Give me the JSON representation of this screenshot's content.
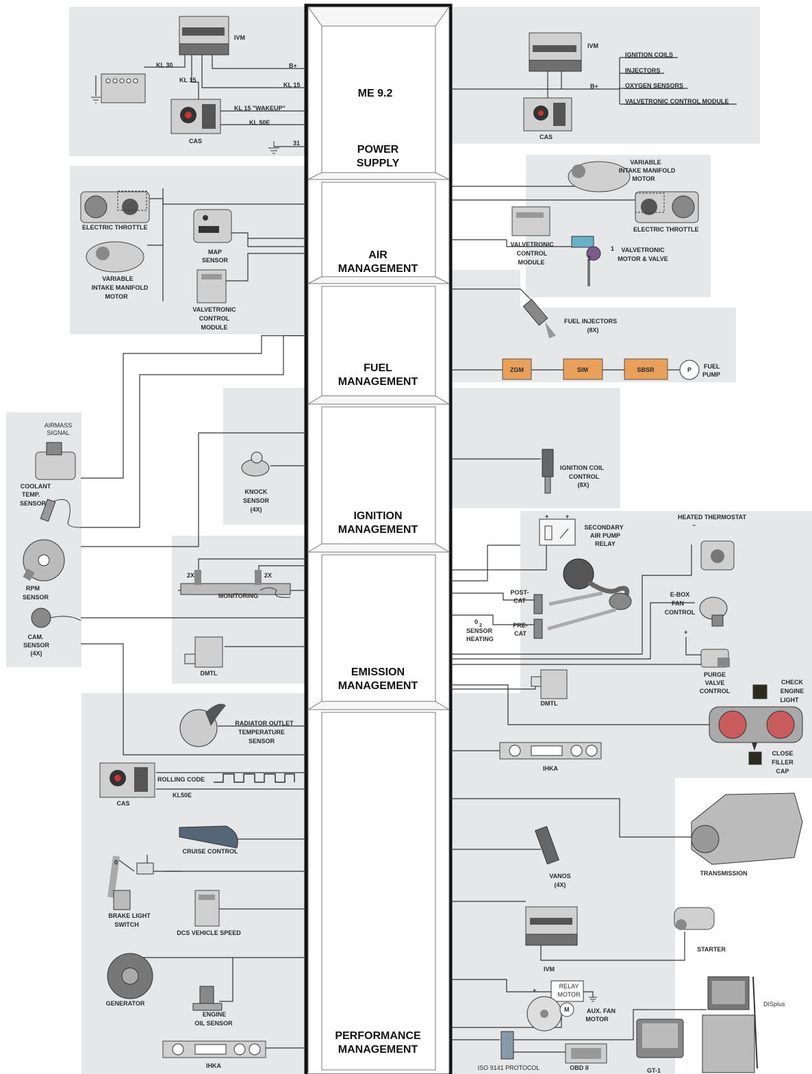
{
  "colors": {
    "panel": "#e6e7e9",
    "wire": "#333333",
    "gateway": "#e8a05a"
  },
  "center": {
    "title": "ME  9.2",
    "sections": [
      "POWER|SUPPLY",
      "AIR|MANAGEMENT",
      "FUEL|MANAGEMENT",
      "IGNITION|MANAGEMENT",
      "EMISSION|MANAGEMENT",
      "PERFORMANCE|MANAGEMENT"
    ]
  },
  "power_left": {
    "ivm": "IVM",
    "kl30": "KL 30",
    "kl15a": "KL 15",
    "bplus": "B+",
    "kl15b": "KL 15",
    "kl15wake": "KL 15 \"WAKEUP\"",
    "kl50e": "KL 50E",
    "gnd31": "31",
    "cas": "CAS"
  },
  "power_right": {
    "ivm": "IVM",
    "bplus": "B+",
    "cas": "CAS",
    "loads": [
      "IGNITION COILS",
      "INJECTORS",
      "OXYGEN SENSORS",
      "VALVETRONIC CONTROL MODULE"
    ]
  },
  "air_left": {
    "throttle": "ELECTRIC THROTTLE",
    "map": "MAP|SENSOR",
    "manifold": "VARIABLE|INTAKE MANIFOLD|MOTOR",
    "valvetronic": "VALVETRONIC|CONTROL|MODULE"
  },
  "air_right": {
    "manifold": "VARIABLE|INTAKE MANIFOLD|MOTOR",
    "throttle": "ELECTRIC THROTTLE",
    "valvetronic_module": "VALVETRONIC|CONTROL|MODULE",
    "valvetronic_motor": "VALVETRONIC|MOTOR & VALVE",
    "num1": "1",
    "num2": "2"
  },
  "fuel_right": {
    "injectors": "FUEL INJECTORS|(8X)",
    "zgm": "ZGM",
    "sim": "SIM",
    "sbsr": "SBSR",
    "pump_symbol": "P",
    "pump": "FUEL|PUMP"
  },
  "far_left": {
    "airmass": "AIRMASS|SIGNAL",
    "coolant": "COOLANT|TEMP.|SENSOR",
    "rpm": "RPM|SENSOR",
    "cam": "CAM.|SENSOR|(4X)"
  },
  "ignition_left": {
    "knock": "KNOCK|SENSOR|(4X)"
  },
  "ignition_right": {
    "coil": "IGNITION COIL|CONTROL|(8X)"
  },
  "emission_left": {
    "x2a": "2X",
    "x2b": "2X",
    "monitoring": "MONITORING",
    "dmtl": "DMTL"
  },
  "emission_right": {
    "secondary_air": "SECONDARY|AIR PUMP|RELAY",
    "thermostat": "HEATED THERMOSTAT",
    "ebox": "E-BOX|FAN|CONTROL",
    "postcat": "POST-|CAT",
    "precat": "PRE-|CAT",
    "o2": "0",
    "o2sub": "2",
    "o2heat": "SENSOR|HEATING",
    "purge": "PURGE|VALVE|CONTROL",
    "dmtl": "DMTL",
    "check": "CHECK|ENGINE|LIGHT",
    "filler": "CLOSE|FILLER|CAP",
    "plus1": "+",
    "plus2": "+",
    "minus": "−",
    "plus3": "+"
  },
  "perf_left": {
    "radiator": "RADIATOR OUTLET|TEMPERATURE|SENSOR",
    "rolling": "ROLLING CODE",
    "cas": "CAS",
    "kl50e": "KL50E",
    "cruise": "CRUISE CONTROL",
    "brake": "BRAKE LIGHT|SWITCH",
    "dcs": "DCS VEHICLE SPEED",
    "generator": "GENERATOR",
    "oil": "ENGINE|OIL SENSOR",
    "ihka": "IHKA",
    "zero": "0"
  },
  "perf_right": {
    "ihka": "IHKA",
    "transmission": "TRANSMISSION",
    "vanos": "VANOS|(4X)",
    "ivm": "IVM",
    "starter": "STARTER",
    "relay": "RELAY|MOTOR",
    "plus": "+",
    "fan": "AUX. FAN|MOTOR",
    "fan_symbol": "M",
    "displus": "DISplus",
    "iso": "ISO 9141 PROTOCOL",
    "obd": "OBD II",
    "gt1": "GT-1"
  }
}
